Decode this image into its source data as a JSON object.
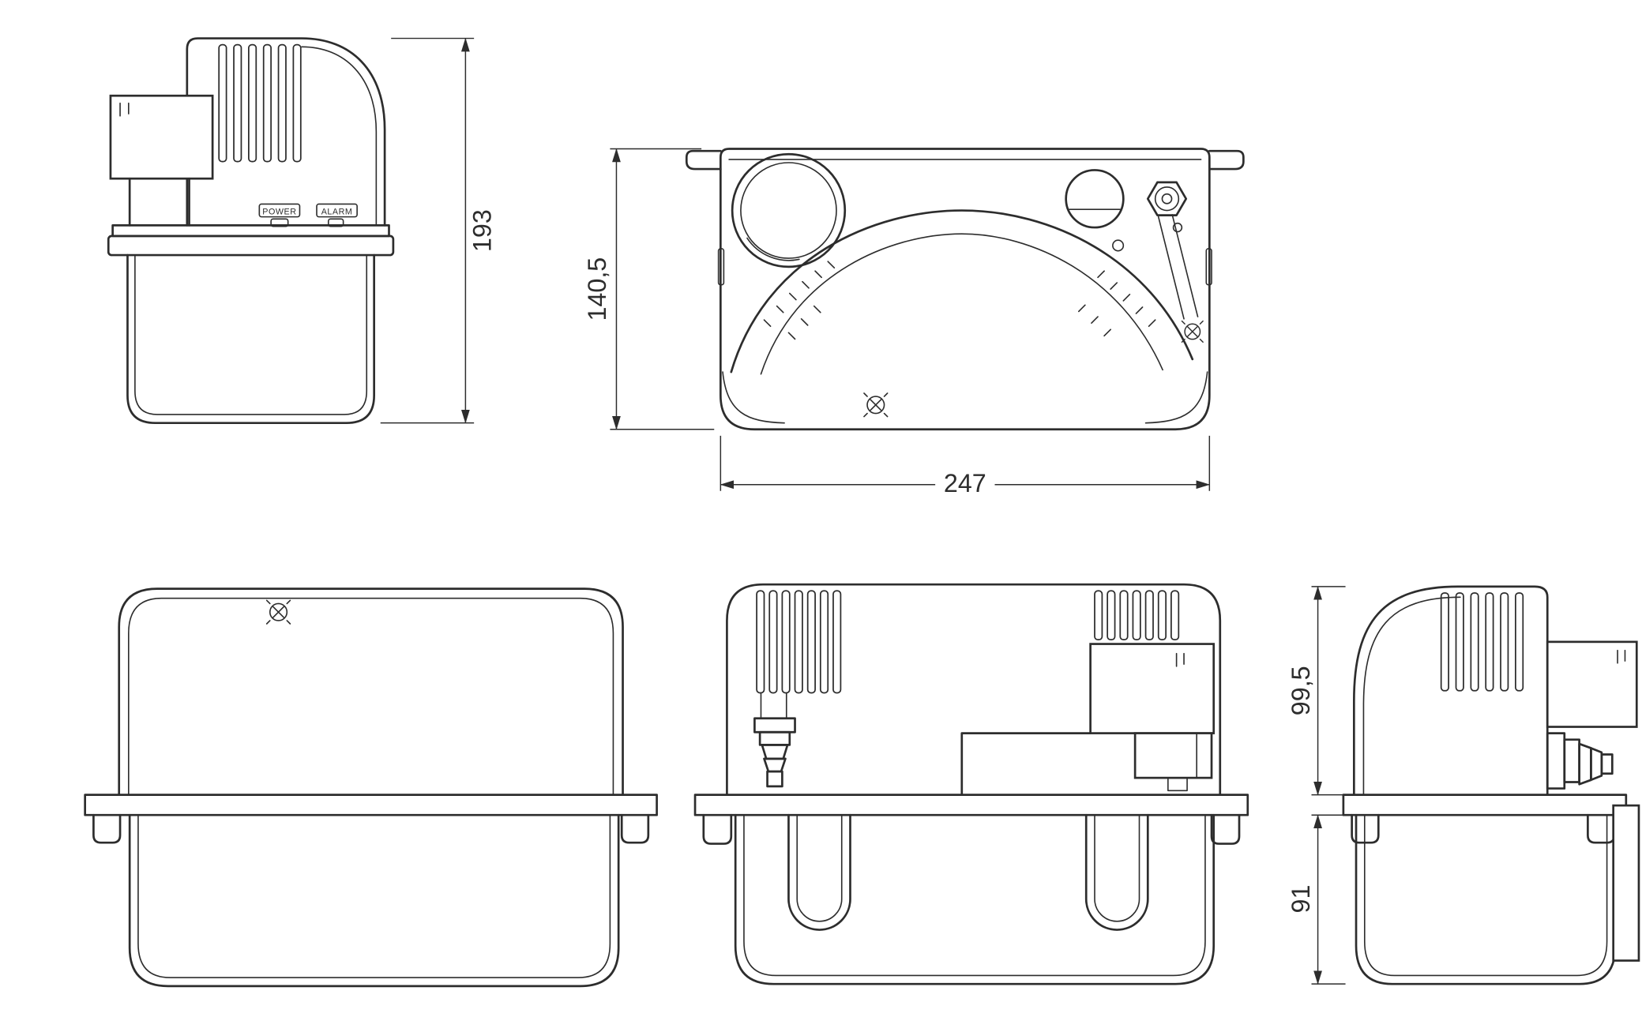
{
  "drawing": {
    "dimensions": {
      "overall_height": "193",
      "body_depth": "140,5",
      "body_width": "247",
      "upper_section_height": "99,5",
      "lower_section_height": "91"
    },
    "labels": {
      "power": "POWER",
      "alarm": "ALARM"
    },
    "icons": {
      "screw": "screw-icon"
    },
    "colors": {
      "line": "#2d2d2d",
      "background": "#ffffff"
    }
  }
}
